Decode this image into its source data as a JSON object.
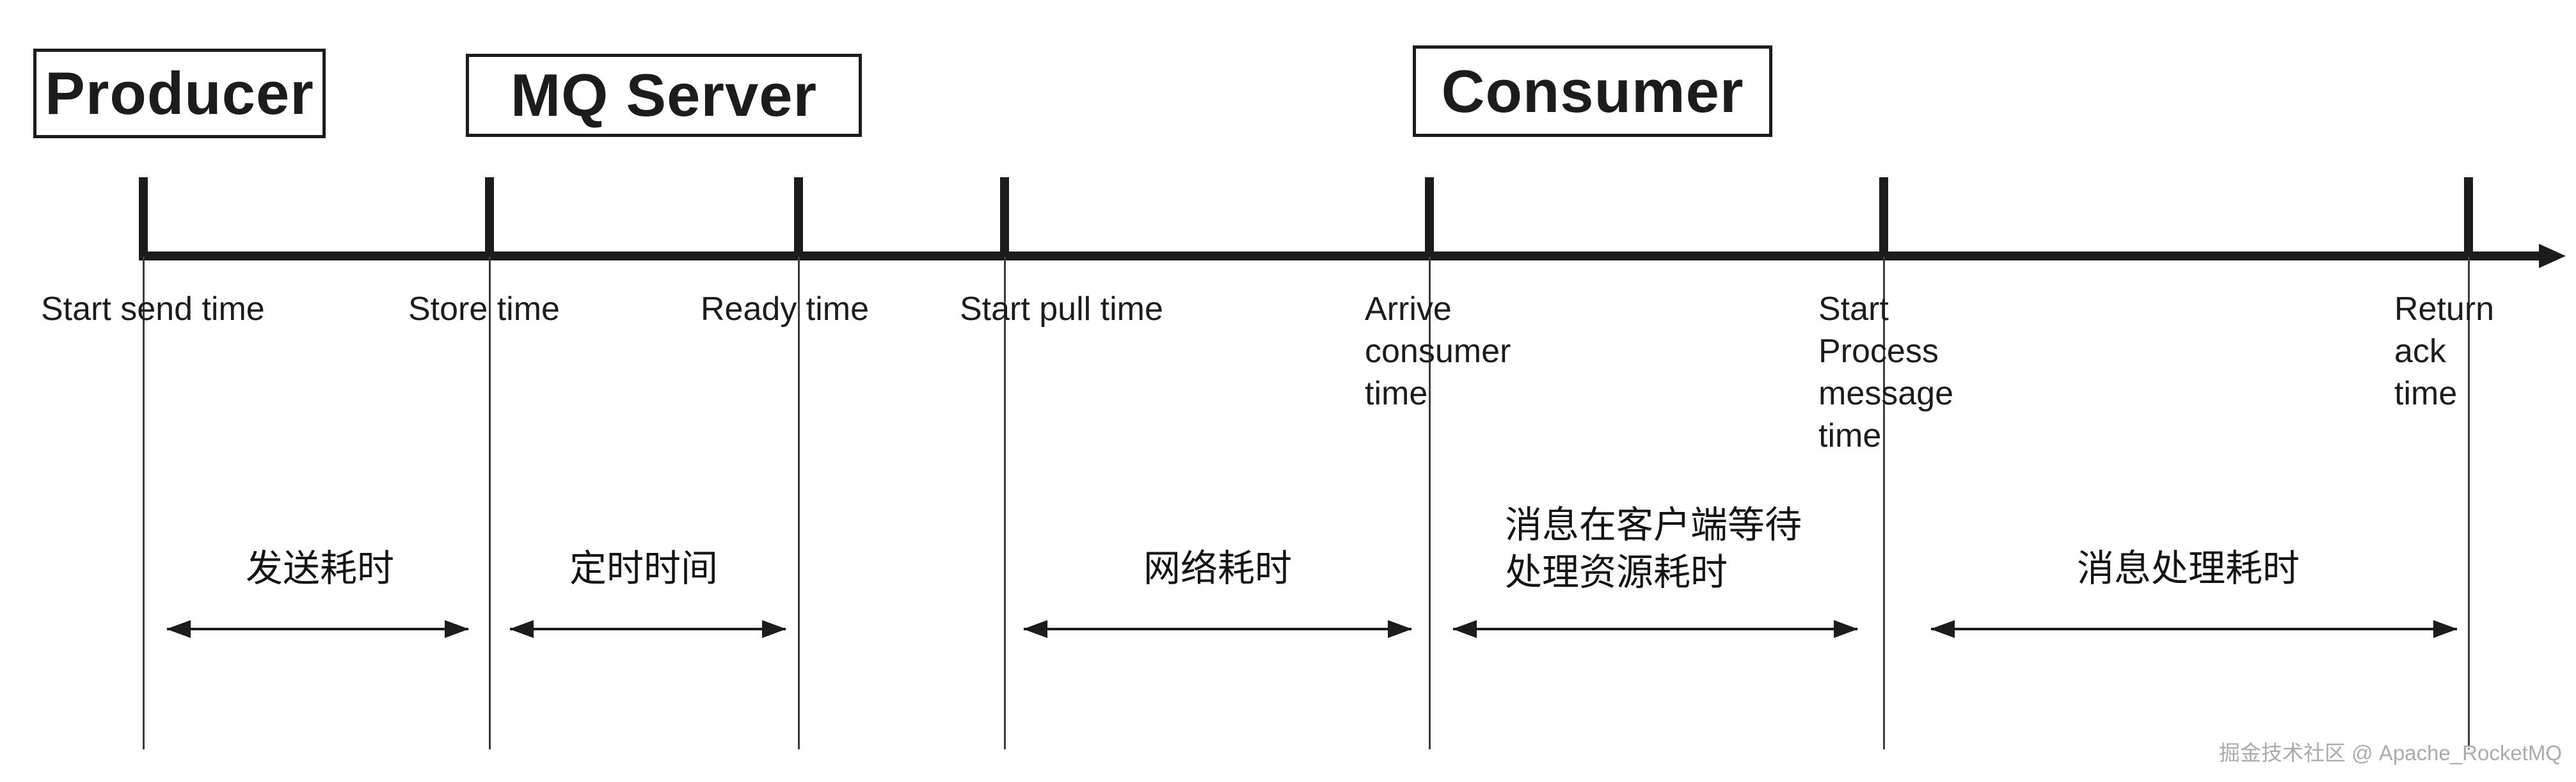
{
  "boxes": [
    {
      "label": "Producer"
    },
    {
      "label": "MQ Server"
    },
    {
      "label": "Consumer"
    }
  ],
  "timeline": {
    "events": [
      {
        "label": "Start send time"
      },
      {
        "label": "Store time"
      },
      {
        "label": "Ready time"
      },
      {
        "label": "Start pull time"
      },
      {
        "label": "Arrive\nconsumer\ntime"
      },
      {
        "label": "Start\nProcess\nmessage\ntime"
      },
      {
        "label": "Return\nack\ntime"
      }
    ],
    "durations": [
      {
        "label": "发送耗时"
      },
      {
        "label": "定时时间"
      },
      {
        "label": "网络耗时"
      },
      {
        "label": "消息在客户端等待\n处理资源耗时"
      },
      {
        "label": "消息处理耗时"
      }
    ]
  },
  "watermark": "掘金技术社区 @ Apache_RocketMQ",
  "colors": {
    "ink": "#1c1c1c",
    "watermark_gray": "#ababab",
    "background": "#ffffff"
  }
}
